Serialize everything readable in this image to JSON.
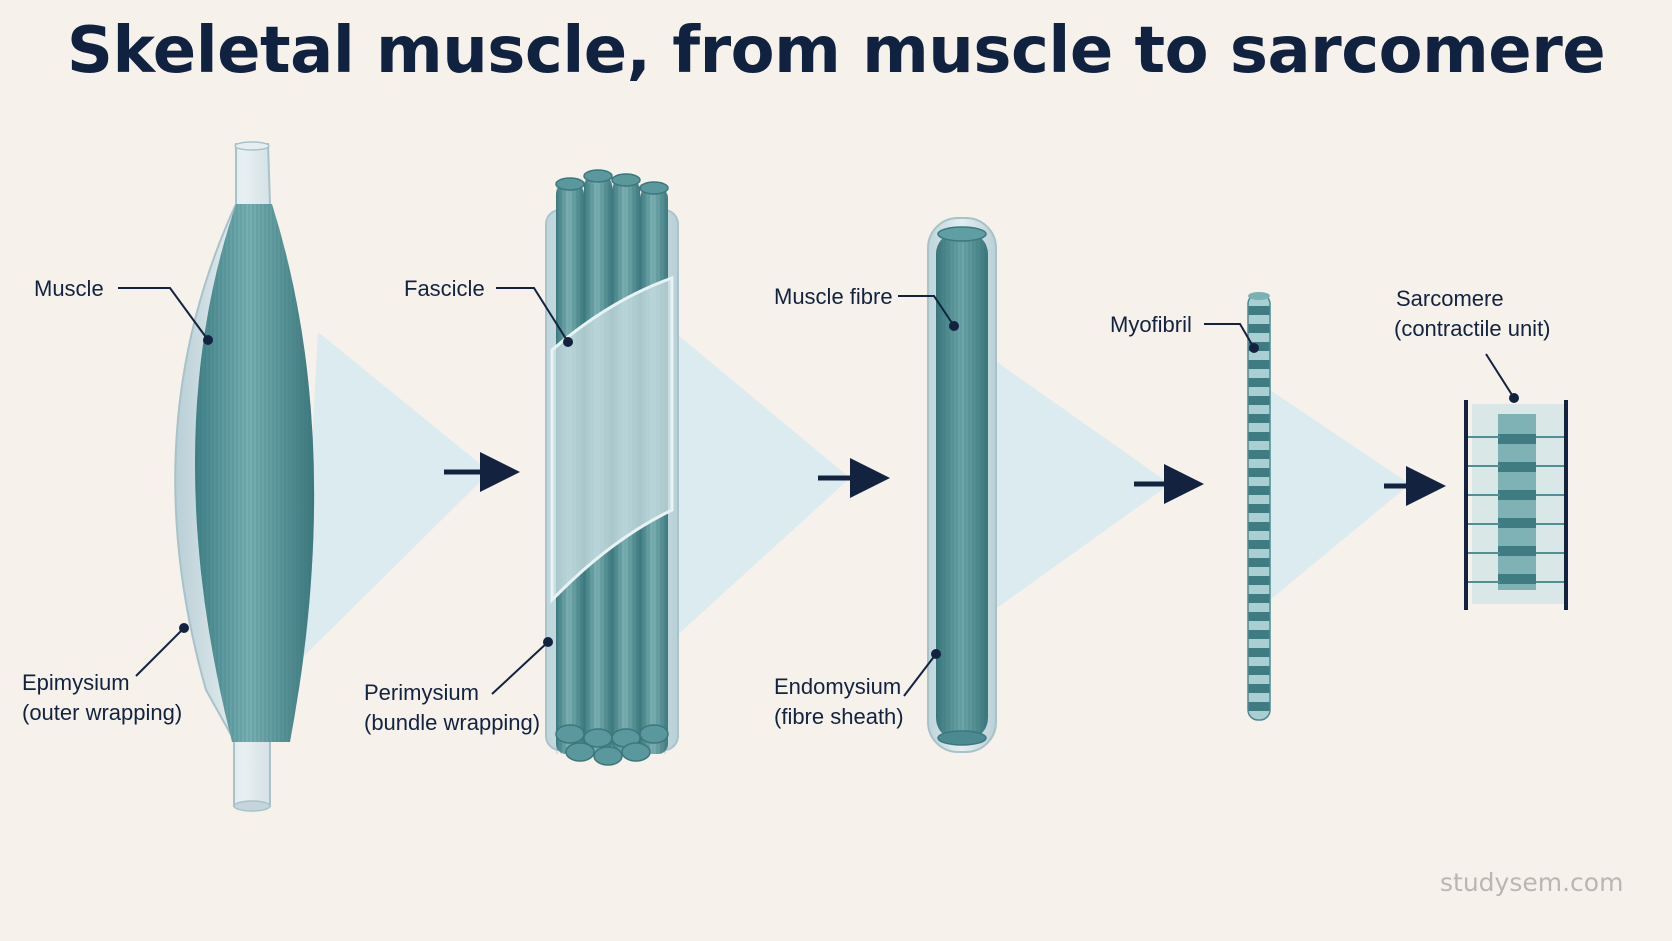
{
  "title": "Skeletal muscle, from muscle to sarcomere",
  "labels": {
    "muscle": "Muscle",
    "epimysium_1": "Epimysium",
    "epimysium_2": "(outer wrapping)",
    "fascicle": "Fascicle",
    "perimysium_1": "Perimysium",
    "perimysium_2": "(bundle wrapping)",
    "muscle_fibre": "Muscle fibre",
    "endomysium_1": "Endomysium",
    "endomysium_2": "(fibre sheath)",
    "myofibril": "Myofibril",
    "sarcomere_1": "Sarcomere",
    "sarcomere_2": "(contractile unit)"
  },
  "watermark": "studysem.com",
  "colors": {
    "background": "#f6f1ea",
    "muscle_teal": "#5f9ea3",
    "dark_teal": "#3d7a80",
    "sheath": "#c9dde2",
    "cone": "#dbecf1",
    "ink": "#13233f"
  }
}
